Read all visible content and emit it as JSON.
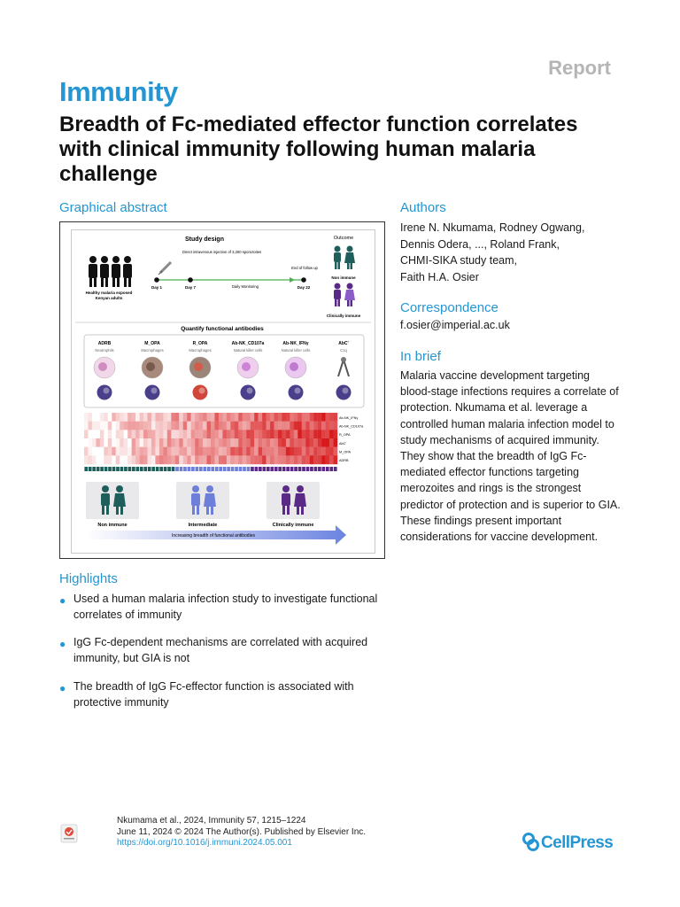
{
  "header": {
    "report_label": "Report",
    "journal": "Immunity"
  },
  "title": "Breadth of Fc-mediated effector function correlates with clinical immunity following human malaria challenge",
  "graphical_abstract": {
    "heading": "Graphical abstract",
    "study_design_title": "Study design",
    "outcome_title": "Outcome",
    "injection_note": "Direct intravenous injection of 3,200 sporozoites",
    "end_followup": "End of follow up",
    "cohort_label_line1": "Healthy malaria exposed",
    "cohort_label_line2": "Kenyan adults",
    "timeline": [
      "Day 1",
      "Day 7",
      "Daily Monitoring",
      "Day 22"
    ],
    "outcome_non_immune": "Non immune",
    "outcome_clinically_immune": "Clinically immune",
    "quantify_title": "Quantify  functional antibodies",
    "assays": [
      {
        "name": "ADRB",
        "cell": "Neutrophils"
      },
      {
        "name": "M_OPA",
        "cell": "Macrophages"
      },
      {
        "name": "R_OPA",
        "cell": "Macrophages"
      },
      {
        "name": "Ab-NK_CD107a",
        "cell": "Natural killer cells"
      },
      {
        "name": "Ab-NK_IFNγ",
        "cell": "Natural killer cells"
      },
      {
        "name": "AbC'",
        "cell": "C1q"
      }
    ],
    "heatmap_rows": [
      "Ab-NK_IFNγ",
      "Ab-NK_CD107a",
      "R_OPA",
      "AbC'",
      "M_OPA",
      "ADRB"
    ],
    "groups": [
      "Non immune",
      "Intermediate",
      "Clinically immune"
    ],
    "arrow_label": "Increasing breadth  of functional antibodies"
  },
  "authors": {
    "heading": "Authors",
    "lines": [
      "Irene N. Nkumama, Rodney Ogwang,",
      "Dennis Odera, ..., Roland Frank,",
      "CHMI-SIKA study team,",
      "Faith H.A. Osier"
    ]
  },
  "correspondence": {
    "heading": "Correspondence",
    "email": "f.osier@imperial.ac.uk"
  },
  "in_brief": {
    "heading": "In brief",
    "text": "Malaria vaccine development targeting blood-stage infections requires a correlate of protection. Nkumama et al. leverage a controlled human malaria infection model to study mechanisms of acquired immunity. They show that the breadth of IgG Fc-mediated effector functions targeting merozoites and rings is the strongest predictor of protection and is superior to GIA. These findings present important considerations for vaccine development."
  },
  "highlights": {
    "heading": "Highlights",
    "items": [
      "Used a human malaria infection study to investigate functional correlates of immunity",
      "IgG Fc-dependent mechanisms are correlated with acquired immunity, but GIA is not",
      "The breadth of IgG Fc-effector function is associated with protective immunity"
    ]
  },
  "footer": {
    "citation_line1": "Nkumama et al., 2024, Immunity 57, 1215–1224",
    "citation_line2": "June 11, 2024 © 2024 The Author(s). Published by Elsevier Inc.",
    "doi": "https://doi.org/10.1016/j.immuni.2024.05.001",
    "check_updates": "Check for updates",
    "publisher": "CellPress"
  },
  "colors": {
    "accent_blue": "#2496d3",
    "non_immune_teal": "#1f5f5b",
    "intermediate_blue": "#6d7fd8",
    "immune_purple": "#5b2a86",
    "heatmap_red": "#d7191c"
  }
}
